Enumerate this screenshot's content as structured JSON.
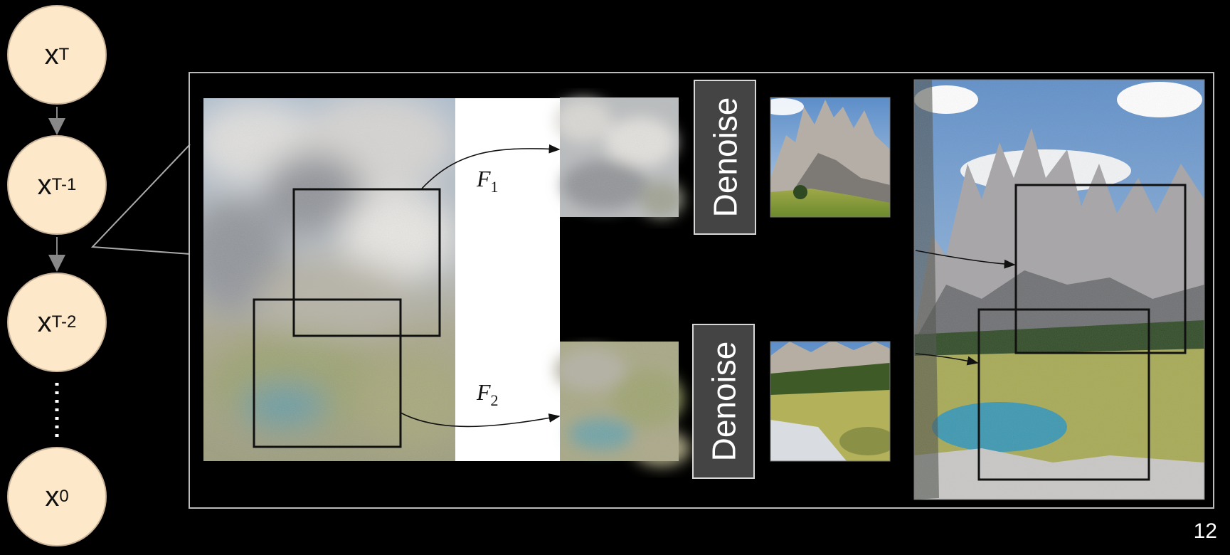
{
  "chain": {
    "nodes": [
      {
        "var": "x",
        "sub": "T"
      },
      {
        "var": "x",
        "sub": "T-1"
      },
      {
        "var": "x",
        "sub": "T-2"
      },
      {
        "var": "x",
        "sub": "0"
      }
    ]
  },
  "functions": {
    "f1": {
      "var": "F",
      "sub": "1"
    },
    "f2": {
      "var": "F",
      "sub": "2"
    }
  },
  "denoise": {
    "label_1": "Denoise",
    "label_2": "Denoise"
  },
  "colors": {
    "background": "#000000",
    "node_fill": "#fde8ca",
    "denoise_fill": "#444444",
    "frame_stroke": "#bbbbbb"
  },
  "footer": {
    "page_number": "12"
  }
}
